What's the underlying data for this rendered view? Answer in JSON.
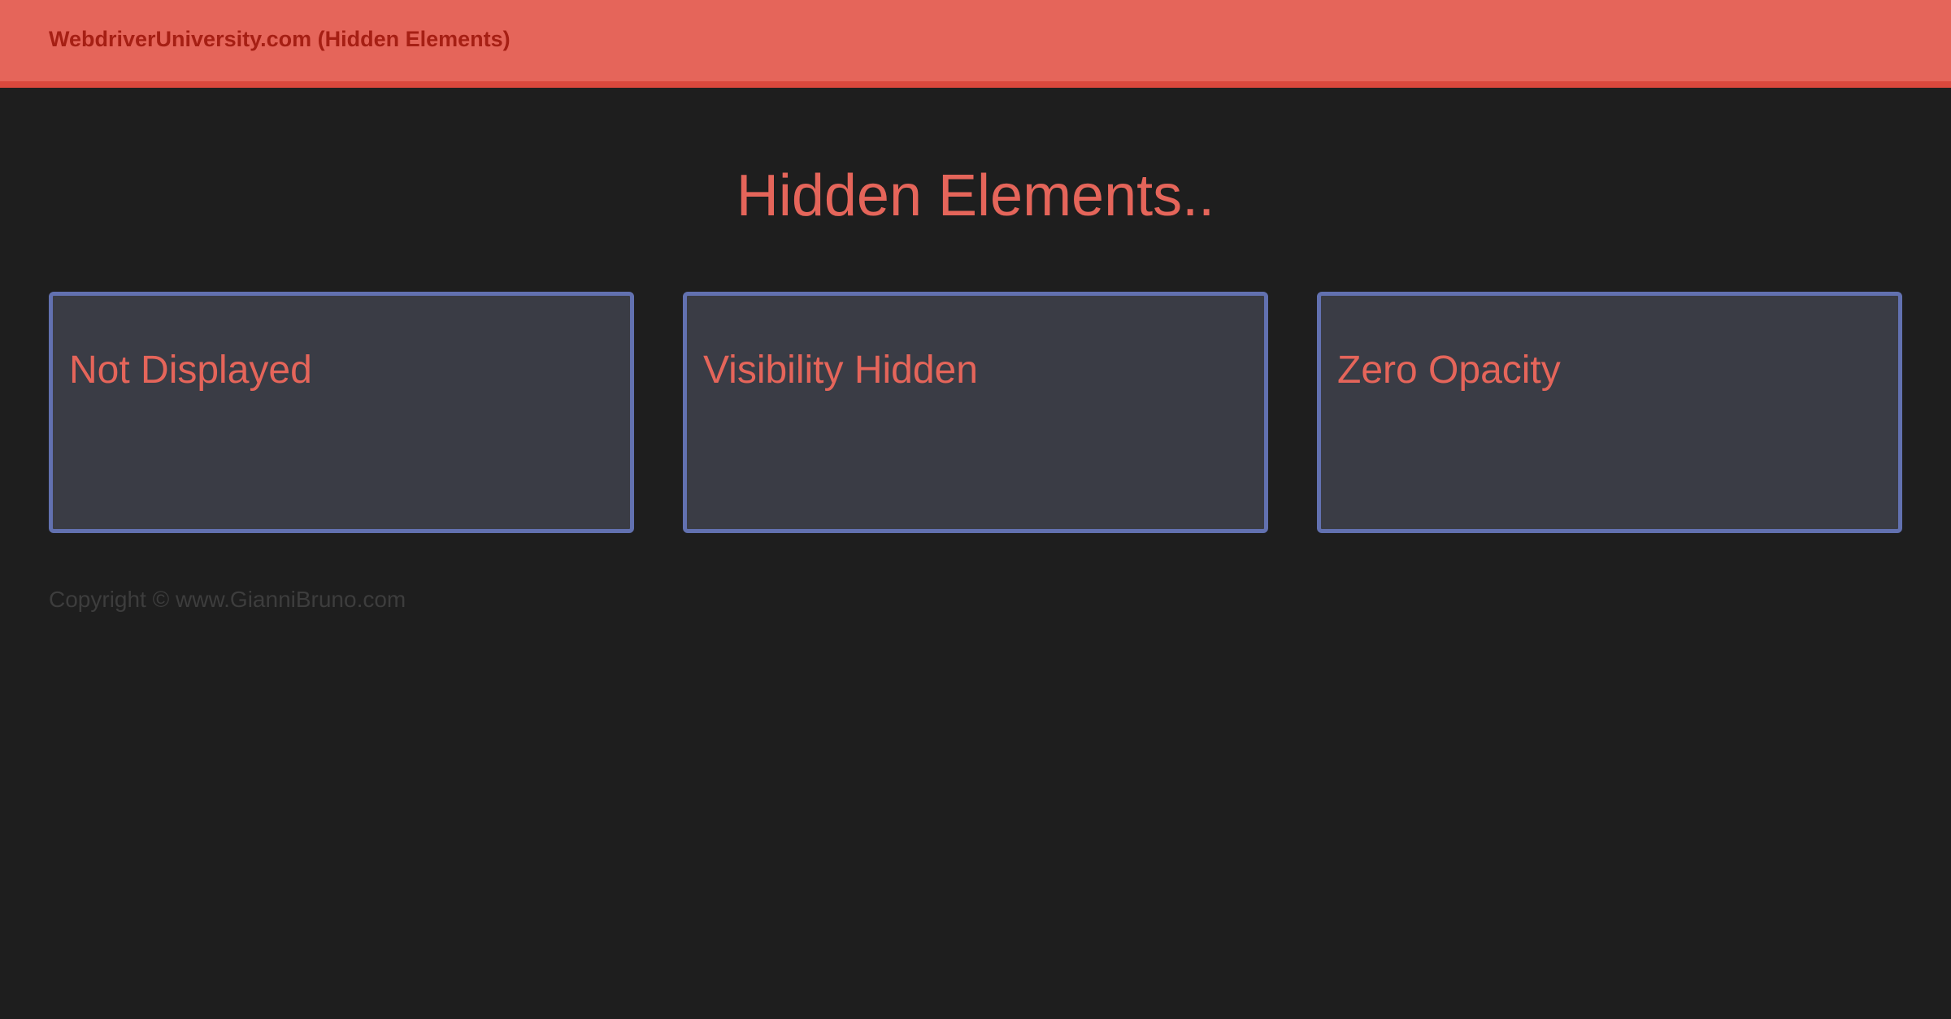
{
  "navbar": {
    "brand": "WebdriverUniversity.com (Hidden Elements)"
  },
  "page": {
    "title": "Hidden Elements.."
  },
  "panels": [
    {
      "title": "Not Displayed"
    },
    {
      "title": "Visibility Hidden"
    },
    {
      "title": "Zero Opacity"
    }
  ],
  "footer": {
    "copyright": "Copyright © www.GianniBruno.com"
  },
  "colors": {
    "navbar_bg": "#e5655a",
    "navbar_border": "#d9483d",
    "brand_text": "#a61f14",
    "page_bg": "#1e1e1e",
    "accent_text": "#e5655a",
    "panel_bg": "#3a3c45",
    "panel_border": "#6271b0",
    "footer_text": "#3d3d3d"
  }
}
